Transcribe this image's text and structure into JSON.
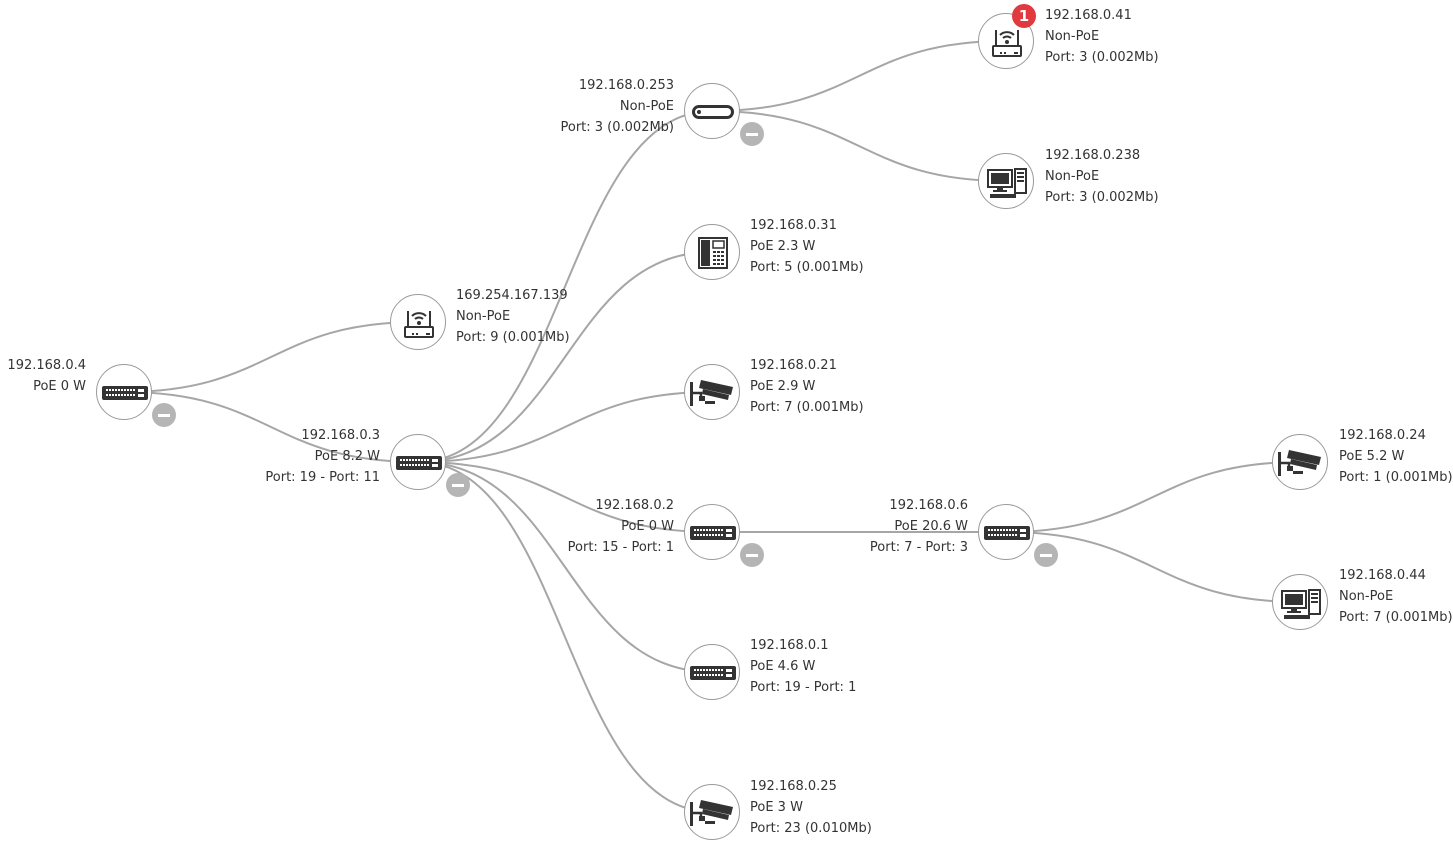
{
  "nodes": {
    "root": {
      "ip": "192.168.0.4",
      "line2": "PoE 0 W",
      "line3": ""
    },
    "ap1": {
      "ip": "169.254.167.139",
      "line2": "Non-PoE",
      "line3": "Port: 9 (0.001Mb)"
    },
    "sw3": {
      "ip": "192.168.0.3",
      "line2": "PoE 8.2 W",
      "line3": "Port: 19 - Port: 11"
    },
    "r253": {
      "ip": "192.168.0.253",
      "line2": "Non-PoE",
      "line3": "Port: 3 (0.002Mb)"
    },
    "ap41": {
      "ip": "192.168.0.41",
      "line2": "Non-PoE",
      "line3": "Port: 3 (0.002Mb)",
      "badge": "1"
    },
    "pc238": {
      "ip": "192.168.0.238",
      "line2": "Non-PoE",
      "line3": "Port: 3 (0.002Mb)"
    },
    "ph31": {
      "ip": "192.168.0.31",
      "line2": "PoE 2.3 W",
      "line3": "Port: 5 (0.001Mb)"
    },
    "cam21": {
      "ip": "192.168.0.21",
      "line2": "PoE 2.9 W",
      "line3": "Port: 7 (0.001Mb)"
    },
    "sw2": {
      "ip": "192.168.0.2",
      "line2": "PoE 0 W",
      "line3": "Port: 15 - Port: 1"
    },
    "sw6": {
      "ip": "192.168.0.6",
      "line2": "PoE 20.6 W",
      "line3": "Port: 7 - Port: 3"
    },
    "cam24": {
      "ip": "192.168.0.24",
      "line2": "PoE 5.2 W",
      "line3": "Port: 1 (0.001Mb)"
    },
    "pc44": {
      "ip": "192.168.0.44",
      "line2": "Non-PoE",
      "line3": "Port: 7 (0.001Mb)"
    },
    "sw1": {
      "ip": "192.168.0.1",
      "line2": "PoE 4.6 W",
      "line3": "Port: 19 - Port: 1"
    },
    "cam25": {
      "ip": "192.168.0.25",
      "line2": "PoE 3 W",
      "line3": "Port: 23 (0.010Mb)"
    }
  },
  "icons": {
    "root": "switch-icon",
    "ap1": "wireless-router-icon",
    "sw3": "switch-icon",
    "r253": "router-icon",
    "ap41": "wireless-router-icon",
    "pc238": "desktop-computer-icon",
    "ph31": "ip-phone-icon",
    "cam21": "ip-camera-icon",
    "sw2": "switch-icon",
    "sw6": "switch-icon",
    "cam24": "ip-camera-icon",
    "pc44": "desktop-computer-icon",
    "sw1": "switch-icon",
    "cam25": "ip-camera-icon"
  },
  "links": [
    [
      "root",
      "ap1"
    ],
    [
      "root",
      "sw3"
    ],
    [
      "sw3",
      "r253"
    ],
    [
      "sw3",
      "ph31"
    ],
    [
      "sw3",
      "cam21"
    ],
    [
      "sw3",
      "sw2"
    ],
    [
      "sw3",
      "sw1"
    ],
    [
      "sw3",
      "cam25"
    ],
    [
      "r253",
      "ap41"
    ],
    [
      "r253",
      "pc238"
    ],
    [
      "sw2",
      "sw6"
    ],
    [
      "sw6",
      "cam24"
    ],
    [
      "sw6",
      "pc44"
    ]
  ],
  "colors": {
    "link": "#a6a6a6",
    "badge": "#e0393e",
    "collapse": "#b5b5b5"
  }
}
